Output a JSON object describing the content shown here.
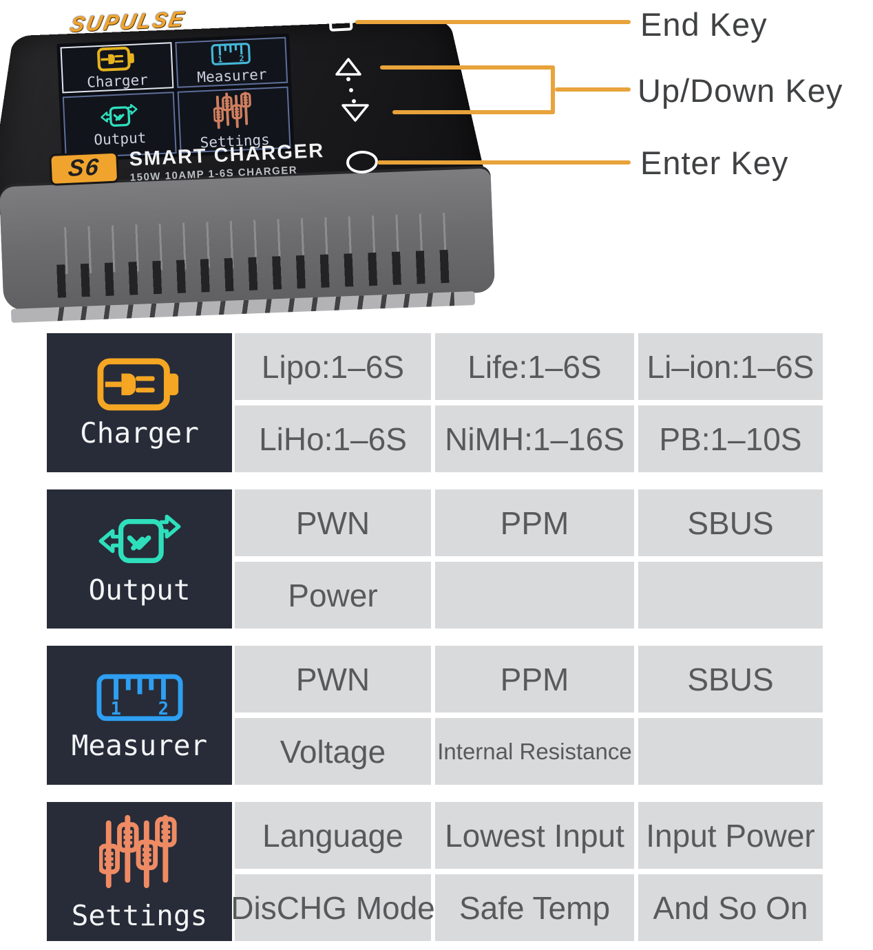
{
  "device": {
    "brand": "SUPULSE",
    "model_badge": "S6",
    "product_name": "SMART CHARGER",
    "product_subtitle": "150W 10AMP 1-6S CHARGER",
    "screen_menu": [
      {
        "label": "Charger"
      },
      {
        "label": "Measurer"
      },
      {
        "label": "Output"
      },
      {
        "label": "Settings"
      }
    ]
  },
  "annotations": {
    "end_key": "End Key",
    "up_down_key": "Up/Down Key",
    "enter_key": "Enter Key"
  },
  "colors": {
    "annotation_line": "#e8a33b",
    "tile_background": "#272c38",
    "cell_background": "#d9dadb",
    "charger_icon": "#f5a623",
    "output_icon": "#2fdfbc",
    "measurer_icon": "#2e9ff2",
    "settings_icon": "#ef8b64"
  },
  "feature_table": {
    "rows": [
      {
        "name": "Charger",
        "icon": "battery-plug-icon",
        "icon_color": "#f5a623",
        "cells": [
          [
            "Lipo:1–6S",
            "Life:1–6S",
            "Li–ion:1–6S"
          ],
          [
            "LiHo:1–6S",
            "NiMH:1–16S",
            "PB:1–10S"
          ]
        ]
      },
      {
        "name": "Output",
        "icon": "output-transfer-icon",
        "icon_color": "#2fdfbc",
        "cells": [
          [
            "PWN",
            "PPM",
            "SBUS"
          ],
          [
            "Power",
            "",
            ""
          ]
        ]
      },
      {
        "name": "Measurer",
        "icon": "ruler-icon",
        "icon_color": "#2e9ff2",
        "cells": [
          [
            "PWN",
            "PPM",
            "SBUS"
          ],
          [
            "Voltage",
            "Internal Resistance",
            ""
          ]
        ]
      },
      {
        "name": "Settings",
        "icon": "sliders-icon",
        "icon_color": "#ef8b64",
        "cells": [
          [
            "Language",
            "Lowest Input",
            "Input Power"
          ],
          [
            "DisCHG Mode",
            "Safe Temp",
            "And So On"
          ]
        ]
      }
    ]
  }
}
